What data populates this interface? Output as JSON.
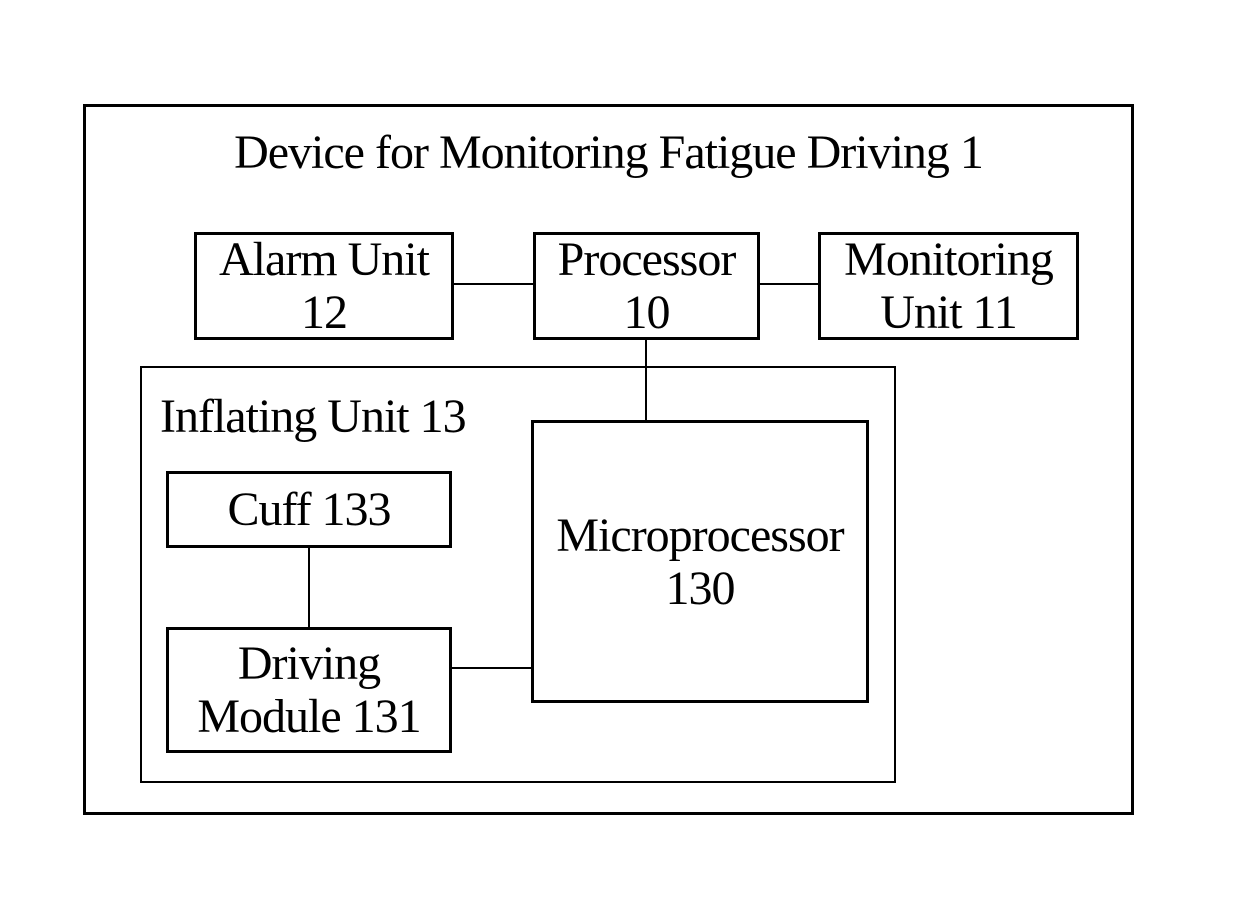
{
  "diagram": {
    "type": "block-diagram",
    "title": "Device for Monitoring Fatigue Driving 1",
    "colors": {
      "line": "#000000",
      "background": "#ffffff",
      "text": "#000000"
    },
    "nodes": {
      "device": {
        "label": "Device for Monitoring Fatigue Driving 1",
        "kind": "outer-container"
      },
      "alarm_unit": {
        "line1": "Alarm Unit",
        "line2": "12",
        "kind": "box"
      },
      "processor": {
        "line1": "Processor",
        "line2": "10",
        "kind": "box"
      },
      "monitoring_unit": {
        "line1": "Monitoring",
        "line2": "Unit 11",
        "kind": "box"
      },
      "inflating_unit": {
        "label": "Inflating Unit 13",
        "kind": "container"
      },
      "cuff": {
        "label": "Cuff 133",
        "kind": "box"
      },
      "driving_module": {
        "line1": "Driving",
        "line2": "Module 131",
        "kind": "box"
      },
      "microprocessor": {
        "line1": "Microprocessor",
        "line2": "130",
        "kind": "box"
      }
    },
    "connections": [
      {
        "from": "alarm_unit",
        "to": "processor",
        "style": "plain-line"
      },
      {
        "from": "processor",
        "to": "monitoring_unit",
        "style": "plain-line"
      },
      {
        "from": "processor",
        "to": "microprocessor",
        "style": "plain-line"
      },
      {
        "from": "cuff",
        "to": "driving_module",
        "style": "plain-line"
      },
      {
        "from": "driving_module",
        "to": "microprocessor",
        "style": "plain-line"
      }
    ]
  }
}
